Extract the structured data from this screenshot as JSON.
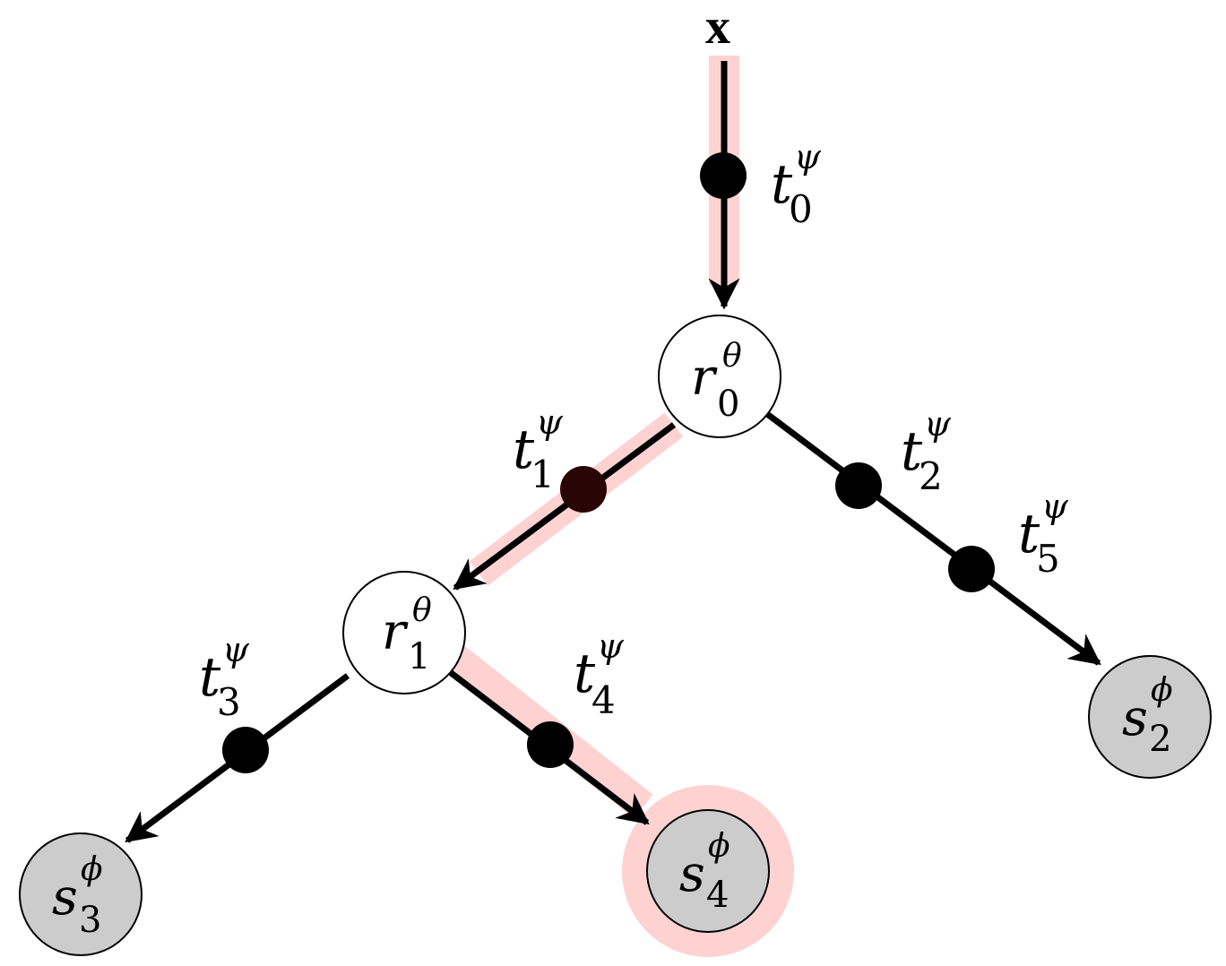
{
  "input": {
    "label": "x"
  },
  "routers": [
    {
      "id": "r0",
      "base": "r",
      "sub": "0",
      "sup": "θ"
    },
    {
      "id": "r1",
      "base": "r",
      "sub": "1",
      "sup": "θ"
    }
  ],
  "solvers": [
    {
      "id": "s2",
      "base": "s",
      "sub": "2",
      "sup": "ϕ",
      "highlighted": false
    },
    {
      "id": "s3",
      "base": "s",
      "sub": "3",
      "sup": "ϕ",
      "highlighted": false
    },
    {
      "id": "s4",
      "base": "s",
      "sub": "4",
      "sup": "ϕ",
      "highlighted": true
    }
  ],
  "transformers": [
    {
      "id": "t0",
      "base": "t",
      "sub": "0",
      "sup": "ψ",
      "on_path": true
    },
    {
      "id": "t1",
      "base": "t",
      "sub": "1",
      "sup": "ψ",
      "on_path": true
    },
    {
      "id": "t2",
      "base": "t",
      "sub": "2",
      "sup": "ψ",
      "on_path": false
    },
    {
      "id": "t3",
      "base": "t",
      "sub": "3",
      "sup": "ψ",
      "on_path": false
    },
    {
      "id": "t4",
      "base": "t",
      "sub": "4",
      "sup": "ψ",
      "on_path": true
    },
    {
      "id": "t5",
      "base": "t",
      "sub": "5",
      "sup": "ψ",
      "on_path": false
    }
  ],
  "colors": {
    "highlight": "#ffd2d2",
    "solver_fill": "#cccccc",
    "router_fill": "#ffffff",
    "edge": "#000000",
    "dot_on_highlight": "#2a0505"
  }
}
